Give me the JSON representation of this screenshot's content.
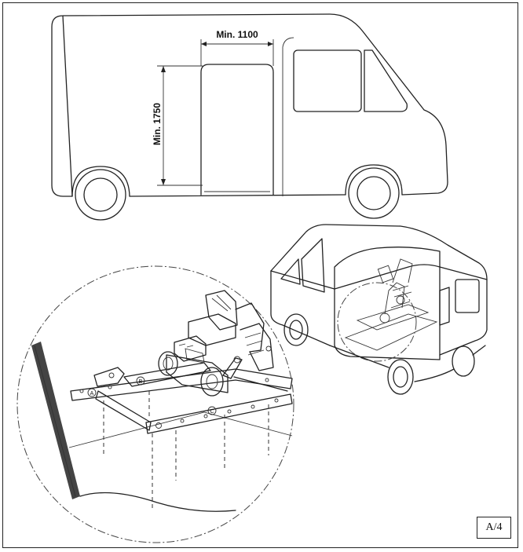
{
  "figure": {
    "width_dimension": "Min. 1100",
    "height_dimension": "Min. 1750",
    "figure_label": "A/4",
    "callouts": [
      "A",
      "B",
      "C"
    ]
  }
}
